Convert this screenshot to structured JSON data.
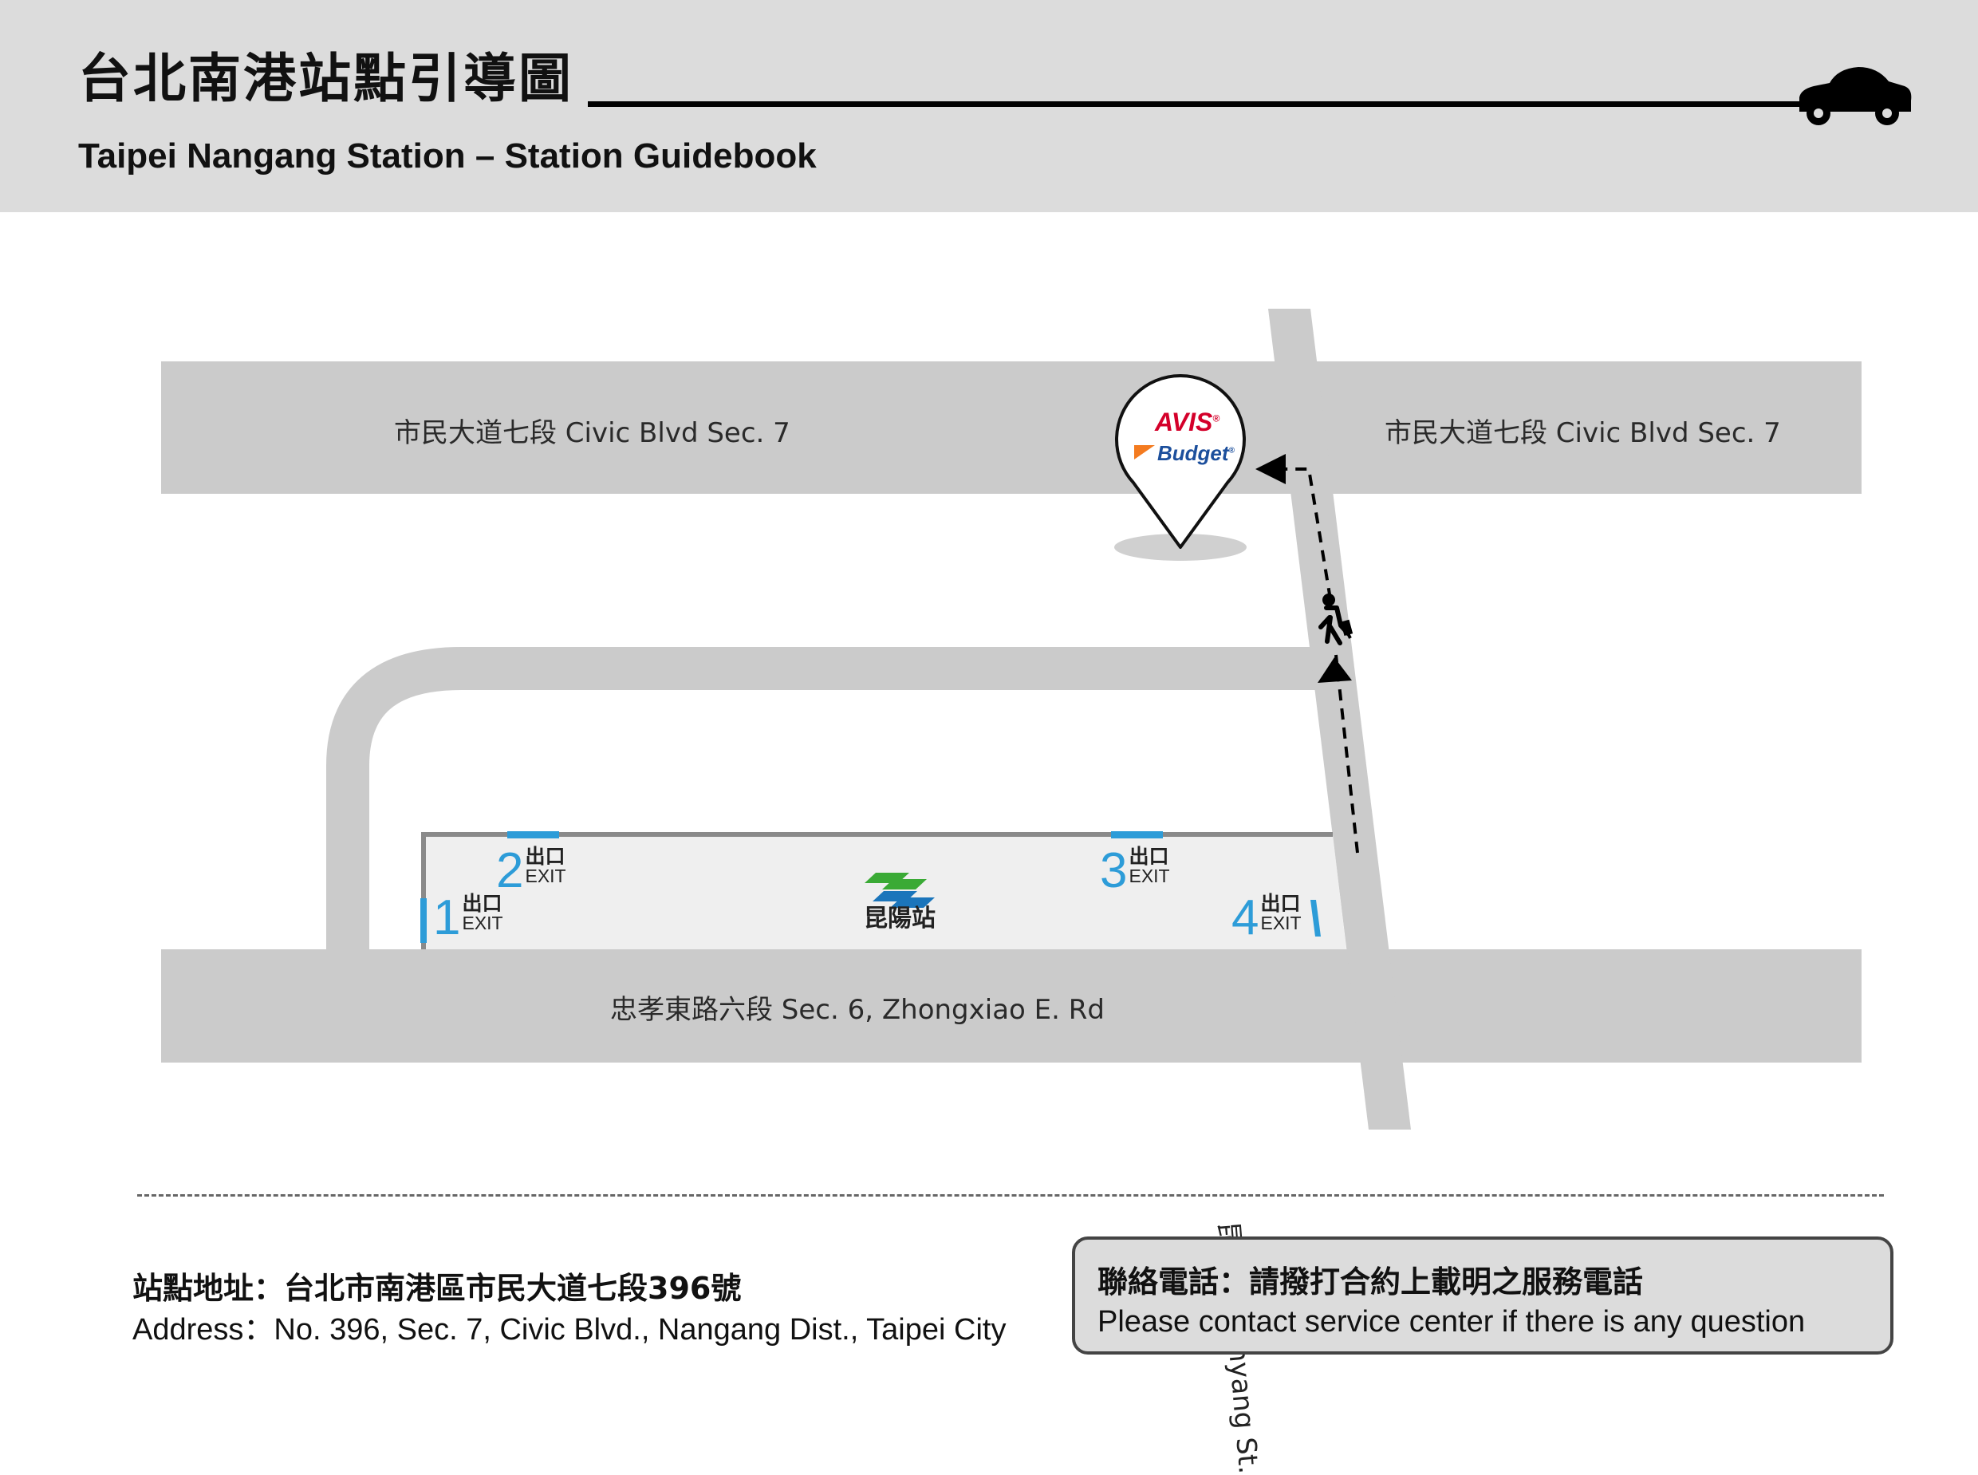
{
  "header": {
    "title_zh": "台北南港站點引導圖",
    "title_en": "Taipei Nangang Station – Station Guidebook",
    "icon": "car-icon"
  },
  "map": {
    "roads": {
      "civic_left": "市民大道七段 Civic Blvd Sec. 7",
      "civic_right": "市民大道七段 Civic Blvd Sec. 7",
      "zhongxiao": "忠孝東路六段 Sec. 6, Zhongxiao E. Rd",
      "kunyang": "昆陽街 Kunyang St."
    },
    "station": {
      "name": "昆陽站",
      "icon": "metro-logo-icon"
    },
    "exits": [
      {
        "number": "1",
        "zh": "出口",
        "en": "EXIT"
      },
      {
        "number": "2",
        "zh": "出口",
        "en": "EXIT"
      },
      {
        "number": "3",
        "zh": "出口",
        "en": "EXIT"
      },
      {
        "number": "4",
        "zh": "出口",
        "en": "EXIT"
      }
    ],
    "marker": {
      "brand_1": "AVIS",
      "brand_1_mark": "®",
      "brand_2": "Budget",
      "brand_2_mark": "®",
      "icon": "location-pin-icon"
    },
    "pedestrian_icon": "walking-person-icon",
    "colors": {
      "road": "#cbcbcb",
      "exit_accent": "#2d9cd8",
      "avis_red": "#d4002a",
      "budget_blue": "#1c4f9c",
      "budget_orange": "#f47b20",
      "metro_green": "#3aaa35",
      "metro_blue": "#1b75bb"
    }
  },
  "footer": {
    "address_zh": "站點地址：台北市南港區市民大道七段396號",
    "address_en": "Address：No. 396, Sec. 7, Civic Blvd., Nangang Dist., Taipei City",
    "contact_zh": "聯絡電話：請撥打合約上載明之服務電話",
    "contact_en": "Please contact service center if there is any question"
  }
}
